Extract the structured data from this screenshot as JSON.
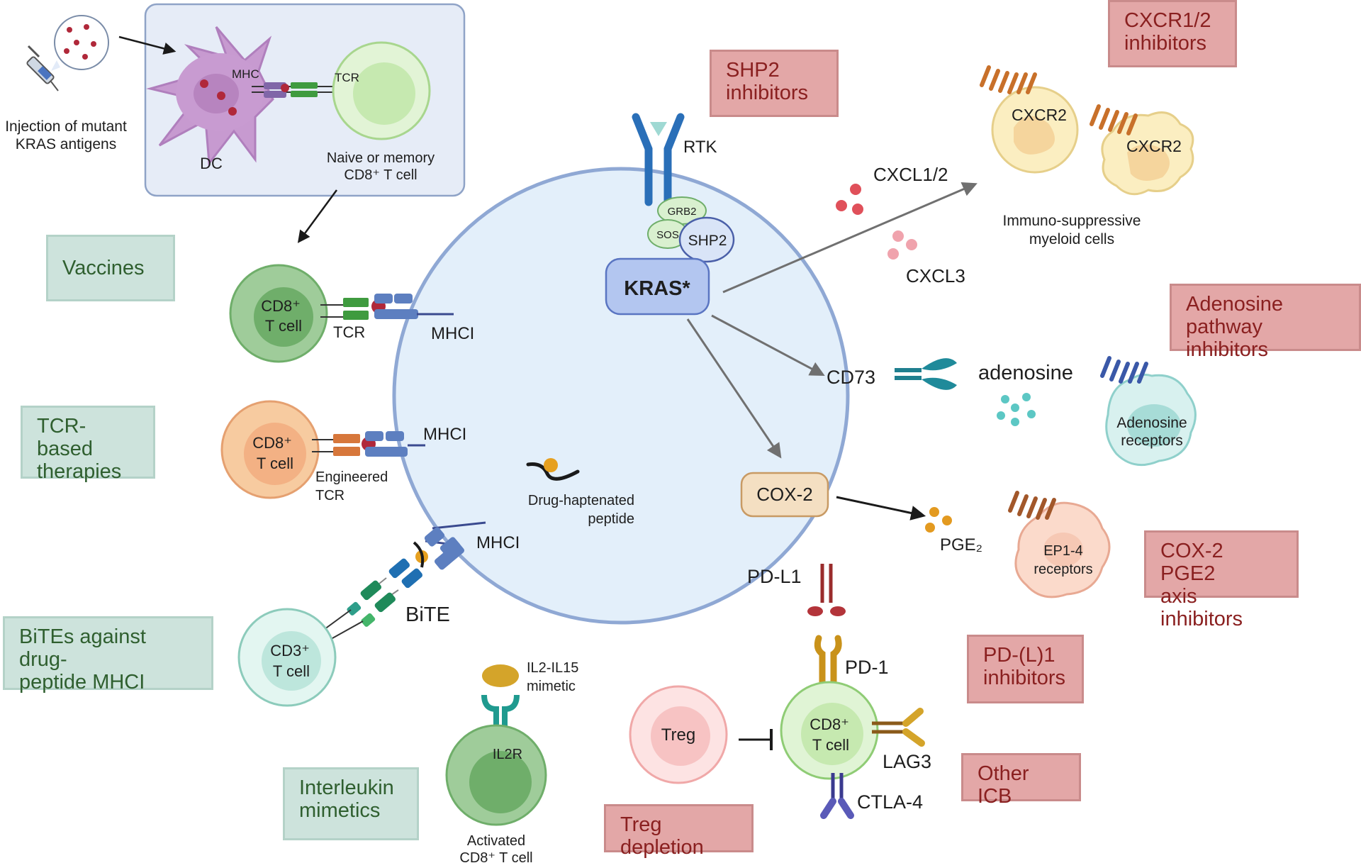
{
  "colors": {
    "therapy_box_fill": "#cde3dc",
    "therapy_box_text": "#2f5f2f",
    "inhibitor_box_fill": "#e3a7a7",
    "inhibitor_box_text": "#8a2020",
    "tumor_cell_fill": "#e3effa",
    "tumor_cell_border": "#8fa8d4"
  },
  "therapy_boxes": {
    "vaccines": [
      "Vaccines"
    ],
    "tcr": [
      "TCR-based",
      "therapies"
    ],
    "bites": [
      "BiTEs against drug-",
      "peptide MHCI"
    ],
    "interleukin": [
      "Interleukin",
      "mimetics"
    ]
  },
  "inhibitor_boxes": {
    "shp2": [
      "SHP2",
      "inhibitors"
    ],
    "cxcr": [
      "CXCR1/2",
      "inhibitors"
    ],
    "adenosine": [
      "Adenosine",
      "pathway inhibitors"
    ],
    "cox2": [
      "COX-2 PGE2",
      "axis inhibitors"
    ],
    "pdl1": [
      "PD-(L)1",
      "inhibitors"
    ],
    "icb": [
      "Other ICB"
    ],
    "treg": [
      "Treg depletion"
    ]
  },
  "labels": {
    "injection_1": "Injection of mutant",
    "injection_2": "KRAS antigens",
    "dc": "DC",
    "mhc": "MHC",
    "tcr_top": "TCR",
    "naive_1": "Naive or memory",
    "naive_2": "CD8⁺ T cell",
    "cd8_a": "CD8⁺",
    "tcell": "T cell",
    "tcr": "TCR",
    "mhci": "MHCI",
    "engineered_1": "Engineered",
    "engineered_2": "TCR",
    "cd3": "CD3⁺",
    "bite": "BiTE",
    "il2_1": "IL2-IL15",
    "il2_2": "mimetic",
    "il2r": "IL2R",
    "activated_1": "Activated",
    "activated_2": "CD8⁺ T cell",
    "drug_1": "Drug-haptenated",
    "drug_2": "peptide",
    "rtk": "RTK",
    "grb2": "GRB2",
    "sos": "SOS",
    "shp2": "SHP2",
    "kras": "KRAS*",
    "cxcl12": "CXCL1/2",
    "cxcl3": "CXCL3",
    "cxcr2": "CXCR2",
    "myeloid_1": "Immuno-suppressive",
    "myeloid_2": "myeloid cells",
    "cd73": "CD73",
    "adenosine": "adenosine",
    "adenosine_rec_1": "Adenosine",
    "adenosine_rec_2": "receptors",
    "cox2": "COX-2",
    "pge2": "PGE₂",
    "ep_1": "EP1-4",
    "ep_2": "receptors",
    "pdl1": "PD-L1",
    "pd1": "PD-1",
    "treg": "Treg",
    "lag3": "LAG3",
    "ctla4": "CTLA-4"
  }
}
